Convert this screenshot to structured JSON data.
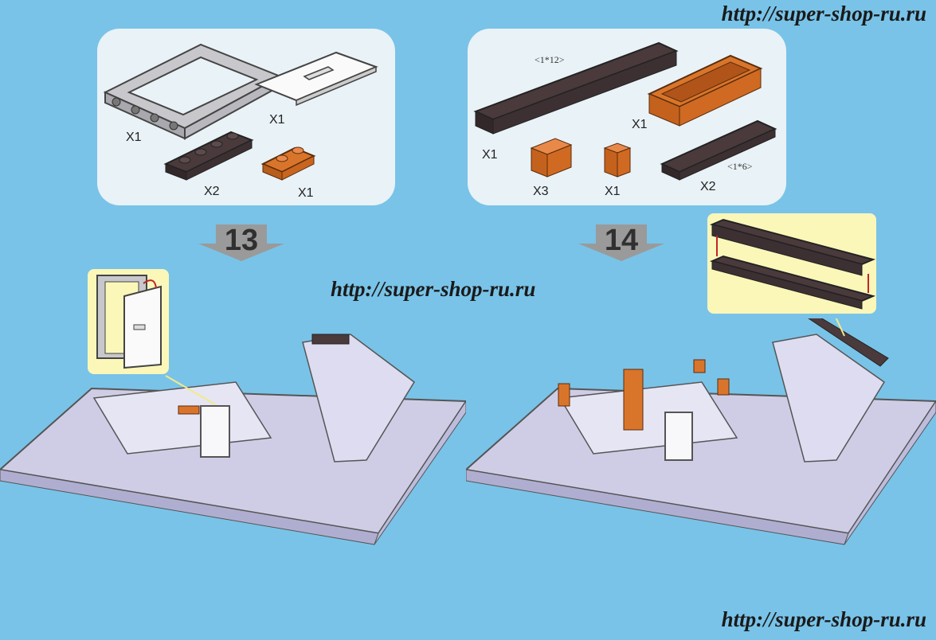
{
  "watermark": {
    "top": "http://super-shop-ru.ru",
    "middle": "http://super-shop-ru.ru",
    "bottom": "http://super-shop-ru.ru"
  },
  "step13": {
    "number": "13",
    "parts": [
      {
        "icon": "door-frame-icon",
        "qty": "X1"
      },
      {
        "icon": "door-panel-icon",
        "qty": "X1"
      },
      {
        "icon": "plate-1x4-dark-brown-icon",
        "qty": "X2"
      },
      {
        "icon": "plate-1x2-orange-icon",
        "qty": "X1"
      }
    ]
  },
  "step14": {
    "number": "14",
    "parts": [
      {
        "icon": "plate-1x12-dark-brown-icon",
        "qty": "X1",
        "size": "<1*12>"
      },
      {
        "icon": "container-orange-icon",
        "qty": "X1"
      },
      {
        "icon": "brick-1x2-orange-icon",
        "qty": "X3"
      },
      {
        "icon": "brick-1x1-orange-icon",
        "qty": "X1"
      },
      {
        "icon": "plate-1x6-dark-brown-icon",
        "qty": "X2",
        "size": "<1*6>"
      }
    ]
  },
  "colors": {
    "background": "#79c3e8",
    "panel": "#e9f2f6",
    "callout": "#fbf7b9",
    "brick_dark": "#4a3a3c",
    "brick_orange": "#d9752a",
    "brick_light": "#d8d6ee",
    "baseplate": "#cfcde6"
  }
}
